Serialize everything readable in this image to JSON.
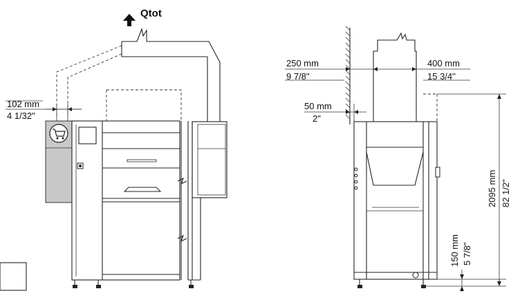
{
  "front_view": {
    "exhaust_label": "Qtot",
    "side_clearance": {
      "mm": "102 mm",
      "inch": "4 1/32\""
    }
  },
  "side_view": {
    "wall_clearance": {
      "mm": "250 mm",
      "inch": "9 7/8\""
    },
    "duct_width": {
      "mm": "400 mm",
      "inch": "15 3/4\""
    },
    "wall_gap": {
      "mm": "50 mm",
      "inch": "2\""
    },
    "total_height": {
      "mm": "2095 mm",
      "inch": "82 1/2\""
    },
    "foot_height": {
      "mm": "150 mm",
      "inch": "5 7/8\""
    }
  }
}
